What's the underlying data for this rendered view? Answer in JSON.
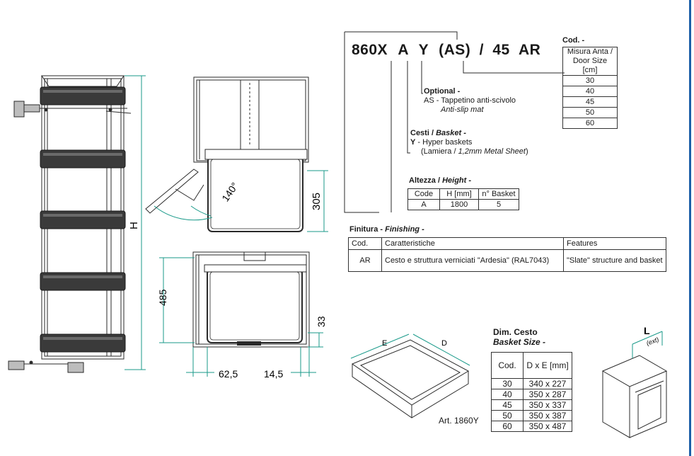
{
  "code": {
    "model": "860X",
    "height_code": "A",
    "basket_code": "Y",
    "optional_code": "(AS)",
    "separator": "/",
    "door_code": "45",
    "finish_code": "AR"
  },
  "door_size": {
    "heading": "Cod. -",
    "column_header": [
      "Misura Anta /",
      "Door Size",
      "[cm]"
    ],
    "values": [
      "30",
      "40",
      "45",
      "50",
      "60"
    ]
  },
  "optional": {
    "heading": "Optional -",
    "line1": "AS - Tappetino anti-scivolo",
    "line2": "Anti-slip mat"
  },
  "baskets": {
    "heading_it": "Cesti /",
    "heading_en": "Basket -",
    "code": "Y",
    "line1": " - Hyper baskets",
    "line2_it": "(Lamiera /",
    "line2_en": "1,2mm Metal Sheet",
    "line2_end": ")"
  },
  "height": {
    "heading_it": "Altezza /",
    "heading_en": "Height -",
    "headers": [
      "Code",
      "H [mm]",
      "n° Basket"
    ],
    "row": [
      "A",
      "1800",
      "5"
    ]
  },
  "finishing": {
    "heading_it": "Finitura -",
    "heading_en": "Finishing -",
    "headers": [
      "Cod.",
      "Caratteristiche",
      "Features"
    ],
    "row": [
      "AR",
      "Cesto e struttura verniciati \"Ardesia\" (RAL7043)",
      "\"Slate\" structure and basket"
    ]
  },
  "basket_size": {
    "heading_it": "Dim. Cesto",
    "heading_en": "Basket Size -",
    "headers": [
      "Cod.",
      "D x E [mm]"
    ],
    "rows": [
      [
        "30",
        "340 x 227"
      ],
      [
        "40",
        "350 x 287"
      ],
      [
        "45",
        "350 x 337"
      ],
      [
        "50",
        "350 x 387"
      ],
      [
        "60",
        "350 x 487"
      ]
    ]
  },
  "dimensions": {
    "height_label": "H",
    "angle": "140°",
    "depth_top": "305",
    "depth_plan": "485",
    "offset_33": "33",
    "offset_62": "62,5",
    "offset_14": "14,5",
    "basket_e": "E",
    "basket_d": "D",
    "cabinet_l": "L",
    "cabinet_ext": "(ext)"
  },
  "article": "Art. 1860Y",
  "colors": {
    "accent": "#1d5fa8",
    "dimension": "#1a9a8a",
    "line": "#2a2a2a",
    "basket_fill": "#3a3a3a"
  }
}
